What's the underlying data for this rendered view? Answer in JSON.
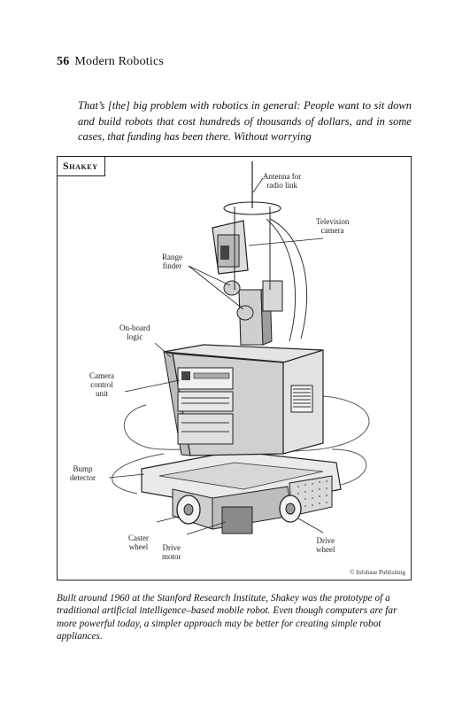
{
  "page": {
    "number": "56",
    "running_title": "Modern Robotics"
  },
  "quote": "That’s [the] big problem with robotics in general: People want to sit down and build robots that cost hundreds of thousands of dollars, and in some cases, that funding has been there. Without worrying",
  "figure": {
    "title": "Shakey",
    "labels": {
      "antenna": "Antenna for\nradio link",
      "camera": "Television\ncamera",
      "range": "Range\nfinder",
      "logic": "On-board\nlogic",
      "ccu": "Camera\ncontrol\nunit",
      "bump": "Bump\ndetector",
      "caster": "Caster\nwheel",
      "motor": "Drive\nmotor",
      "wheel": "Drive\nwheel"
    },
    "credit": "© Infobase Publishing"
  },
  "caption": "Built around 1960 at the Stanford Research Institute, Shakey was the prototype of a traditional artificial intelligence–based mobile robot. Even though computers are far more powerful today, a simpler approach may be better for creating simple robot appliances."
}
